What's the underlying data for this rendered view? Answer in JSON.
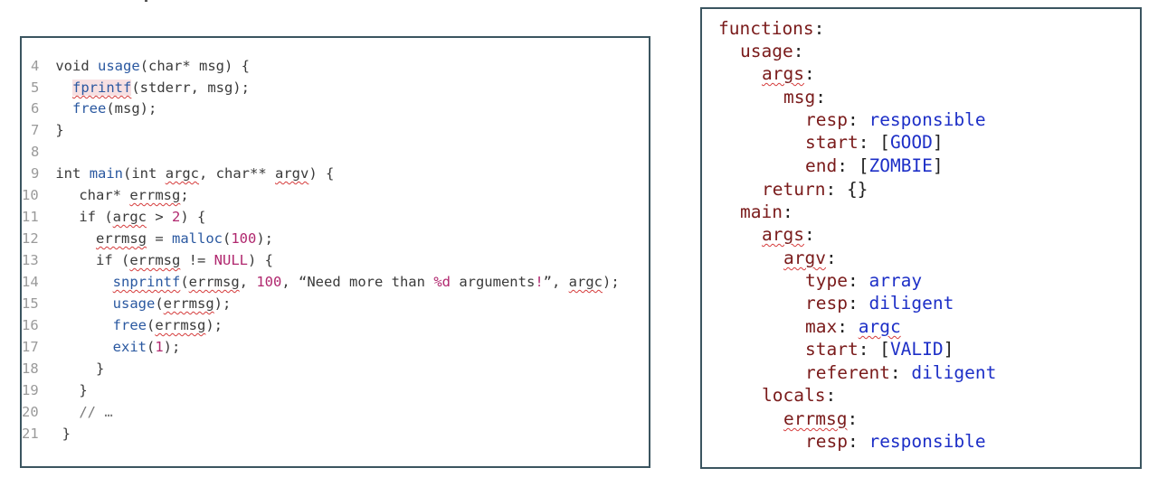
{
  "code": {
    "lines": {
      "l4": {
        "n": "4",
        "void": "void",
        "name": "usage",
        "params": "(char* msg) {"
      },
      "l5": {
        "n": "5",
        "fn": "fprintf",
        "rest": "(stderr, msg);"
      },
      "l6": {
        "n": "6",
        "fn": "free",
        "rest": "(msg);"
      },
      "l7": {
        "n": "7",
        "text": "}"
      },
      "l8": {
        "n": "8"
      },
      "l9": {
        "n": "9",
        "int": "int",
        "name": "main",
        "p1": "(int ",
        "argc": "argc",
        "p2": ", char** ",
        "argv": "argv",
        "p3": ") {"
      },
      "l10": {
        "n": "10",
        "t": "char* ",
        "var": "errmsg",
        "end": ";"
      },
      "l11": {
        "n": "11",
        "a": "if (",
        "argc": "argc",
        "b": " > ",
        "num": "2",
        "c": ") {"
      },
      "l12": {
        "n": "12",
        "var": "errmsg",
        "a": " = ",
        "fn": "malloc",
        "b": "(",
        "num": "100",
        "c": ");"
      },
      "l13": {
        "n": "13",
        "a": "if (",
        "var": "errmsg",
        "b": " != ",
        "null": "NULL",
        "c": ") {"
      },
      "l14": {
        "n": "14",
        "fn": "snprintf",
        "a": "(",
        "var": "errmsg",
        "b": ", ",
        "num": "100",
        "c": ", “Need more than ",
        "fmt": "%d",
        "d": " arguments",
        "bang": "!",
        "e": "”, ",
        "argc": "argc",
        "f": ");"
      },
      "l15": {
        "n": "15",
        "fn": "usage",
        "a": "(",
        "var": "errmsg",
        "b": ");"
      },
      "l16": {
        "n": "16",
        "fn": "free",
        "a": "(",
        "var": "errmsg",
        "b": ");"
      },
      "l17": {
        "n": "17",
        "fn": "exit",
        "a": "(",
        "num": "1",
        "b": ");"
      },
      "l18": {
        "n": "18",
        "text": "}"
      },
      "l19": {
        "n": "19",
        "text": "}"
      },
      "l20": {
        "n": "20",
        "text": "// …"
      },
      "l21": {
        "n": "21",
        "text": "}"
      }
    }
  },
  "spec": {
    "functions": "functions",
    "usage": "usage",
    "args": "args",
    "msg": "msg",
    "resp": "resp",
    "responsible": "responsible",
    "start": "start",
    "good": "GOOD",
    "end": "end",
    "zombie": "ZOMBIE",
    "return": "return",
    "empty": "{}",
    "main": "main",
    "args2": "args",
    "argv": "argv",
    "type": "type",
    "array": "array",
    "resp2": "resp",
    "diligent": "diligent",
    "max": "max",
    "argc": "argc",
    "start2": "start",
    "valid": "VALID",
    "referent": "referent",
    "diligent2": "diligent",
    "locals": "locals",
    "errmsg": "errmsg",
    "resp3": "resp",
    "responsible2": "responsible"
  }
}
